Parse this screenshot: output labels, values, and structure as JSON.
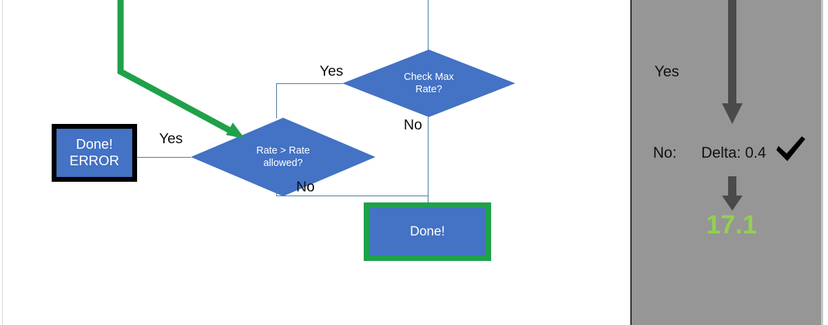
{
  "slide": {
    "background_color": "#ffffff",
    "canvas_edge_color": "#d4d4d4"
  },
  "theme": {
    "shape_fill": "#4472c4",
    "connector_color": "#41719c",
    "highlight_green": "#1fa14a",
    "error_outline": "#000000",
    "done_outline": "#1fa14a",
    "panel_fill": "#969696",
    "panel_border": "#2b2b2b",
    "panel_arrow_color": "#4a4a4a",
    "value_green": "#92d050",
    "label_text": "#0d0d0d"
  },
  "flowchart": {
    "nodes": [
      {
        "id": "check-max-rate",
        "type": "decision",
        "label": "Check Max\nRate?"
      },
      {
        "id": "rate-gt-rate-allowed",
        "type": "decision",
        "label": "Rate > Rate\nallowed?"
      },
      {
        "id": "done-error",
        "type": "terminator",
        "label": "Done!\nERROR",
        "outline": "black"
      },
      {
        "id": "done",
        "type": "terminator",
        "label": "Done!",
        "outline": "green"
      }
    ],
    "edge_labels": {
      "check_max_rate_yes": "Yes",
      "check_max_rate_no": "No",
      "rate_allowed_yes": "Yes",
      "rate_allowed_no": "No"
    }
  },
  "panel": {
    "step_yes_label": "Yes",
    "step_no_label": "No:",
    "delta_label": "Delta: 0.4",
    "check_mark": "✔",
    "result_value": "17.1"
  }
}
